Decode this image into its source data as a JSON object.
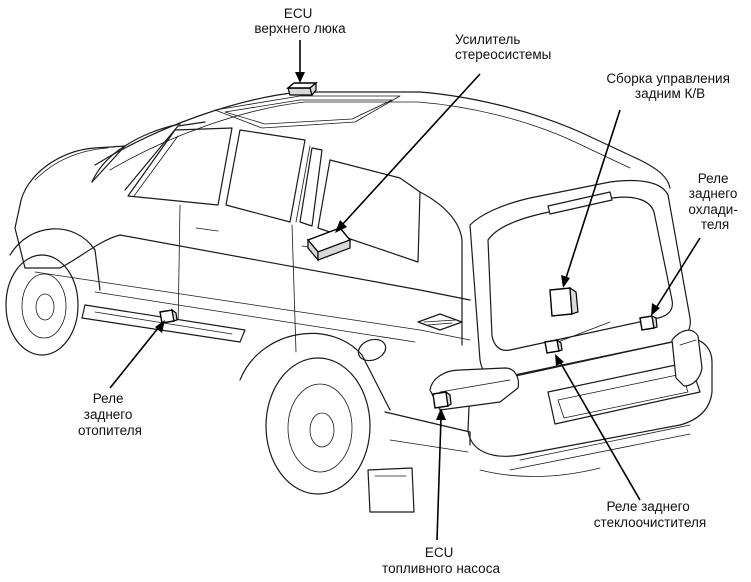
{
  "diagram": {
    "labels": {
      "sunroof_ecu": [
        "ECU",
        "верхнего люка"
      ],
      "stereo_amplifier": [
        "Усилитель",
        "стереосистемы"
      ],
      "rear_ac_control": [
        "Сборка управления",
        "задним К/В"
      ],
      "rear_cooler_relay": [
        "Реле",
        "заднего",
        "охлади-",
        "теля"
      ],
      "rear_heater_relay": [
        "Реле",
        "заднего",
        "отопителя"
      ],
      "rear_wiper_relay": [
        "Реле заднего",
        "стеклоочистителя"
      ],
      "fuel_pump_ecu": [
        "ECU",
        "топливного насоса"
      ]
    }
  },
  "colors": {
    "line": "#1a1a1a",
    "background": "#ffffff",
    "component_side": "#d9d9d9"
  }
}
